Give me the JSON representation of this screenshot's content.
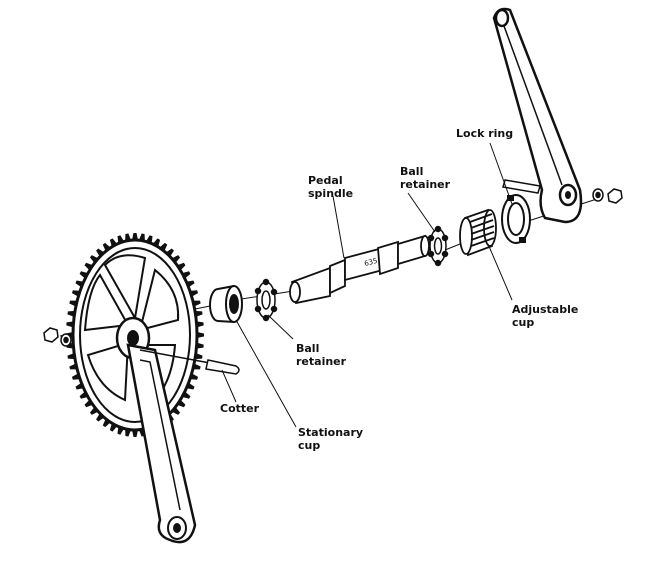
{
  "labels": {
    "lock_ring": "Lock ring",
    "pedal_spindle": [
      "Pedal",
      "spindle"
    ],
    "ball_retainer_top": [
      "Ball",
      "retainer"
    ],
    "adjustable_cup": [
      "Adjustable",
      "cup"
    ],
    "ball_retainer_bottom": [
      "Ball",
      "retainer"
    ],
    "cotter": "Cotter",
    "stationary_cup": [
      "Stationary",
      "cup"
    ]
  },
  "colors": {
    "ink": "#111111",
    "paper": "#ffffff"
  }
}
